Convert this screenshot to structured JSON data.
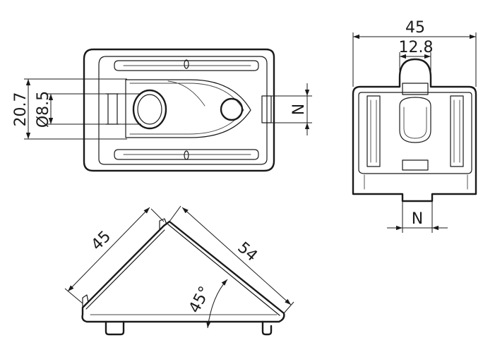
{
  "dimensions": {
    "height_20_7": "20.7",
    "diameter_8_5": "Ø8.5",
    "slot_n_top": "N",
    "width_45": "45",
    "width_12_8": "12.8",
    "slot_n_side": "N",
    "side_45": "45",
    "hyp_54": "54",
    "angle_45": "45°"
  }
}
